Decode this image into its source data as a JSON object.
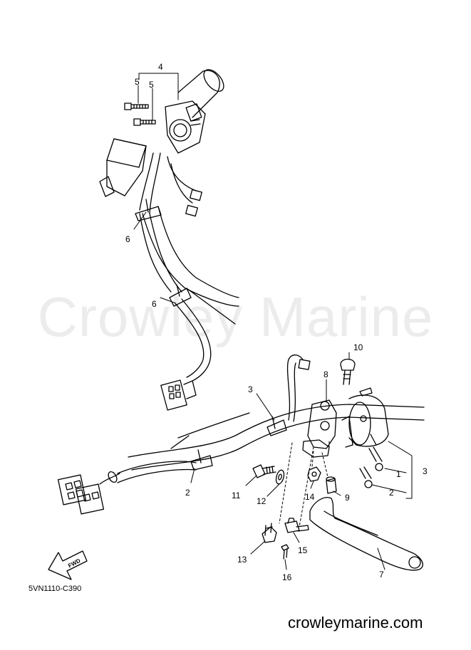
{
  "watermark": "Crowley Marine",
  "diagram_code": "5VN1110-C390",
  "site_url": "crowleymarine.com",
  "fwd_label": "FWD",
  "callouts": [
    {
      "id": "c4",
      "text": "4"
    },
    {
      "id": "c5a",
      "text": "5"
    },
    {
      "id": "c5b",
      "text": "5"
    },
    {
      "id": "c6a",
      "text": "6"
    },
    {
      "id": "c6b",
      "text": "6"
    },
    {
      "id": "c10",
      "text": "10"
    },
    {
      "id": "c8",
      "text": "8"
    },
    {
      "id": "c3a",
      "text": "3"
    },
    {
      "id": "c3b",
      "text": "3"
    },
    {
      "id": "c1",
      "text": "1"
    },
    {
      "id": "c2a",
      "text": "2"
    },
    {
      "id": "c2b",
      "text": "2"
    },
    {
      "id": "c11",
      "text": "11"
    },
    {
      "id": "c12",
      "text": "12"
    },
    {
      "id": "c14",
      "text": "14"
    },
    {
      "id": "c9",
      "text": "9"
    },
    {
      "id": "c13",
      "text": "13"
    },
    {
      "id": "c15",
      "text": "15"
    },
    {
      "id": "c16",
      "text": "16"
    },
    {
      "id": "c7",
      "text": "7"
    }
  ]
}
